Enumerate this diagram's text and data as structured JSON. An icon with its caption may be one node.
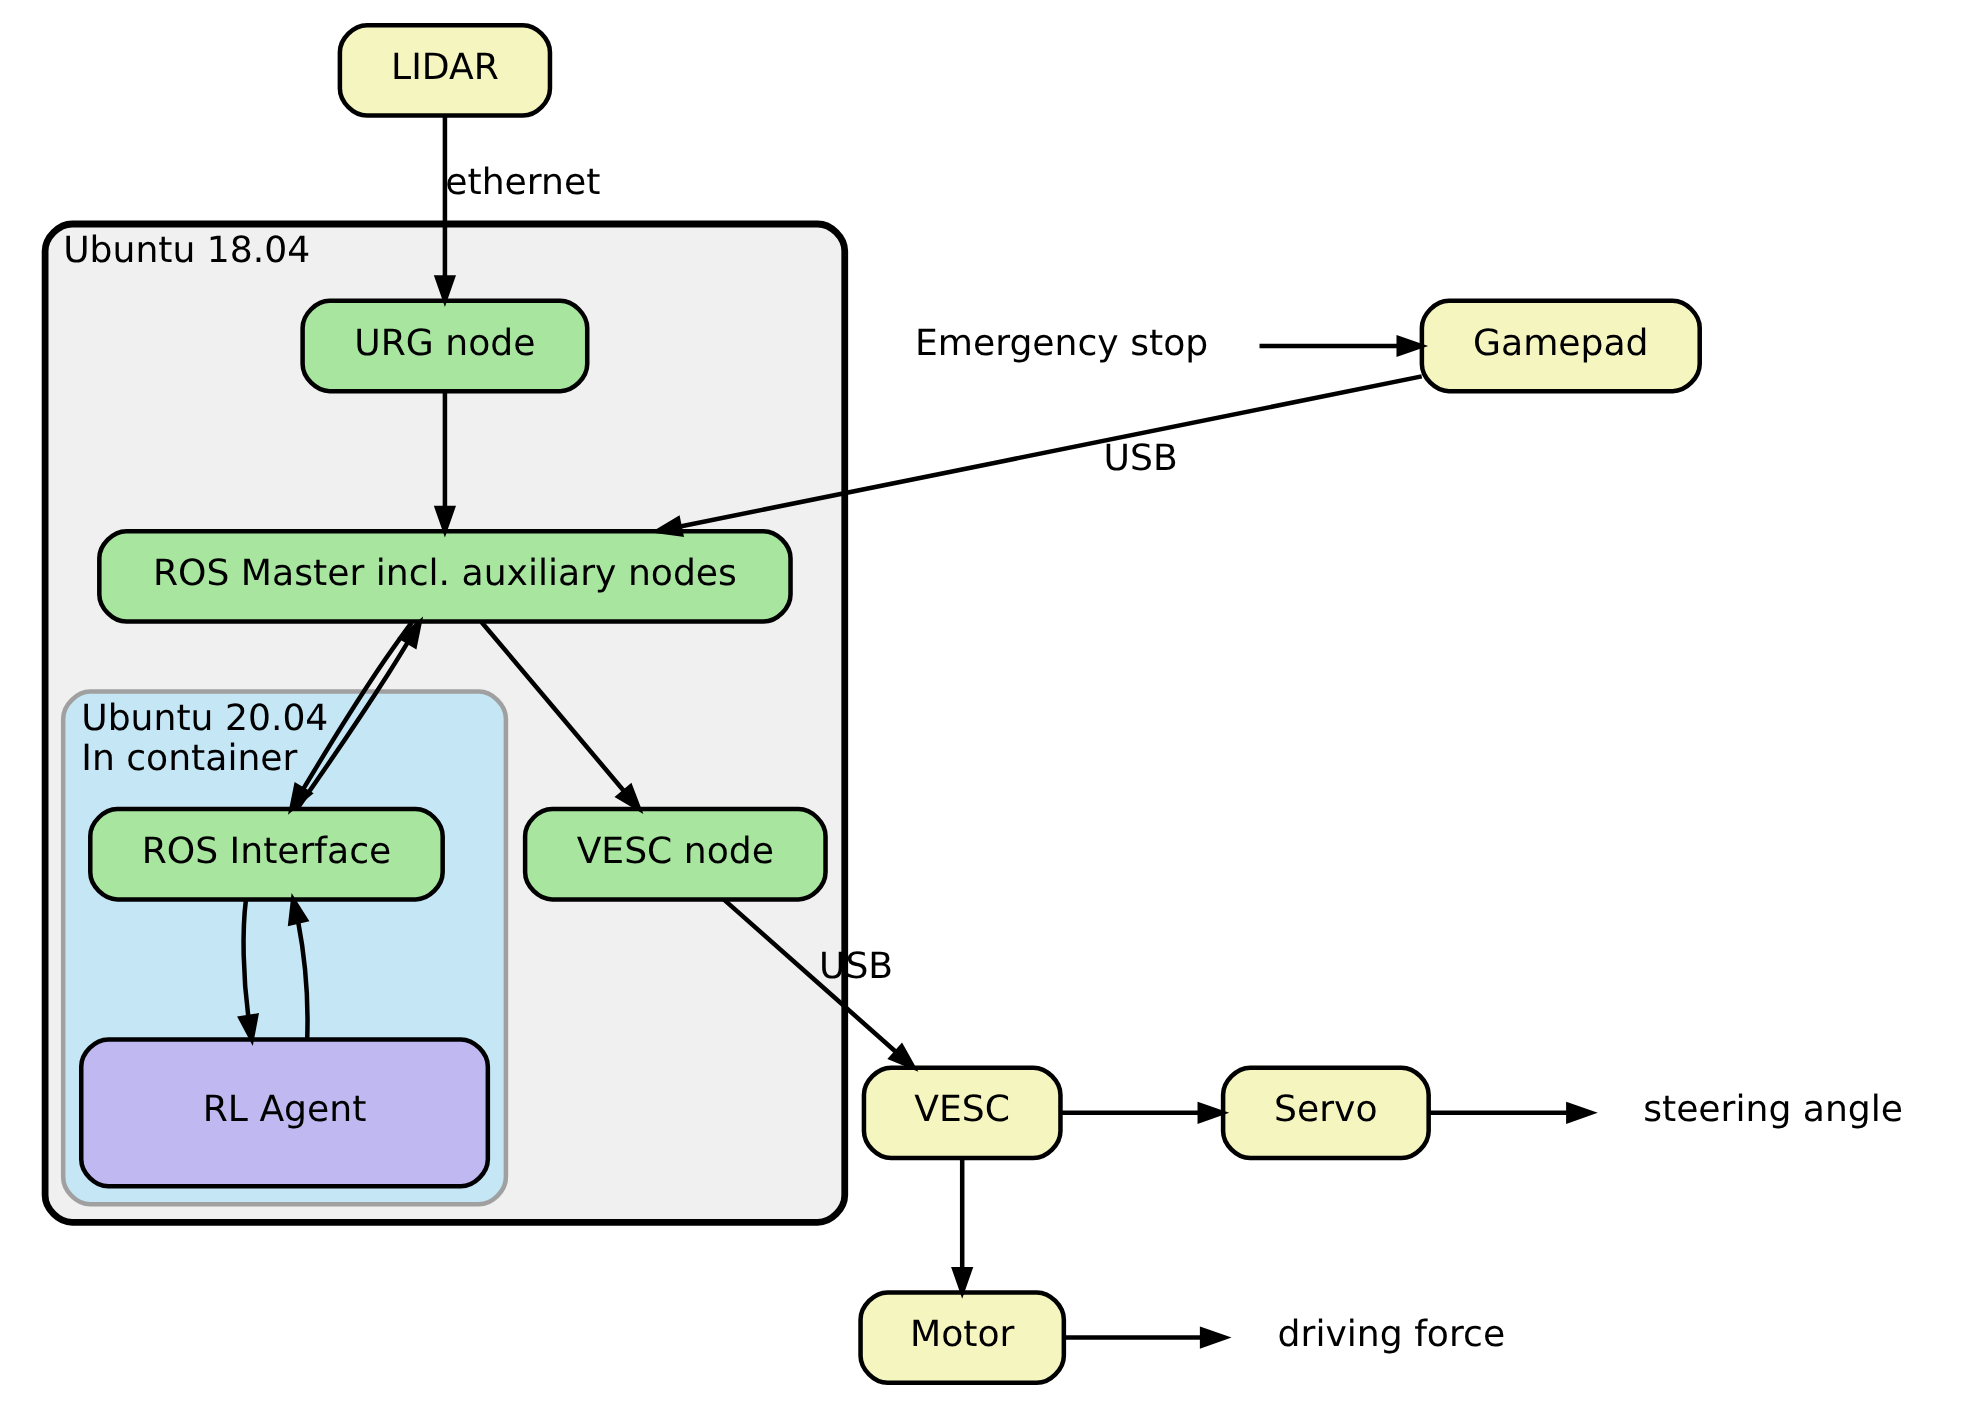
{
  "diagram": {
    "nodes": [
      {
        "text": [
          "Ubuntu 18.04"
        ]
      },
      {
        "text": [
          "Gamepad"
        ]
      },
      {
        "text": [
          "ROS Master incl. auxiliary nodes"
        ],
        "in": 0
      },
      {
        "text": [
          "Ubuntu 20.04",
          "In container"
        ],
        "in": 0
      },
      {
        "text": [
          "ROS Interface"
        ],
        "in": 3
      },
      {
        "text": [
          "URG node"
        ],
        "in": 0
      },
      {
        "text": [
          "VESC node"
        ],
        "in": 0
      },
      {
        "text": [
          "RL Agent"
        ],
        "in": 3
      },
      {
        "text": [
          "LIDAR"
        ]
      },
      {
        "text": [
          "VESC"
        ]
      },
      {
        "text": [
          "Servo"
        ]
      },
      {
        "text": [
          "Motor"
        ]
      },
      {
        "text": [
          "Emergency stop"
        ]
      },
      {
        "text": [
          "steering angle"
        ]
      },
      {
        "text": [
          "driving force"
        ]
      }
    ],
    "edges": [
      {
        "from": 12,
        "to": 1,
        "arrow": "to"
      },
      {
        "from": 1,
        "to": 2,
        "arrow": "to",
        "label": "USB"
      },
      {
        "from": 2,
        "to": 4,
        "arrow": "to"
      },
      {
        "from": 4,
        "to": 2,
        "arrow": "to"
      },
      {
        "from": 5,
        "to": 2,
        "arrow": "to"
      },
      {
        "from": 2,
        "to": 6,
        "arrow": "to"
      },
      {
        "from": 4,
        "to": 7,
        "arrow": "to"
      },
      {
        "from": 7,
        "to": 4,
        "arrow": "to"
      },
      {
        "from": 8,
        "to": 5,
        "arrow": "to",
        "label": "ethernet"
      },
      {
        "from": 6,
        "to": 9,
        "arrow": "to",
        "label": "USB"
      },
      {
        "from": 9,
        "to": 10,
        "arrow": "to"
      },
      {
        "from": 9,
        "to": 11,
        "arrow": "to"
      },
      {
        "from": 10,
        "to": 13,
        "arrow": "to"
      },
      {
        "from": 11,
        "to": 14,
        "arrow": "to"
      }
    ]
  }
}
